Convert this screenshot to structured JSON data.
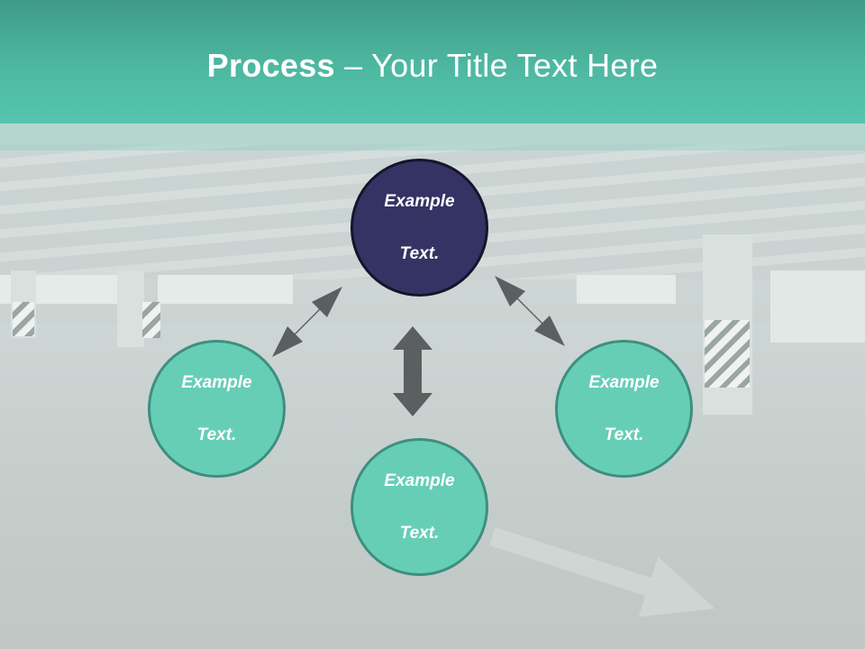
{
  "title": {
    "bold": "Process",
    "rest": " – Your Title Text Here"
  },
  "nodes": {
    "top": {
      "line1": "Example",
      "line2": "Text."
    },
    "left": {
      "line1": "Example",
      "line2": "Text."
    },
    "bottom": {
      "line1": "Example",
      "line2": "Text."
    },
    "right": {
      "line1": "Example",
      "line2": "Text."
    }
  },
  "colors": {
    "header": "#4eb8a1",
    "teal_node": "#67ceb6",
    "navy_node": "#353363",
    "arrow": "#5b5f60"
  }
}
